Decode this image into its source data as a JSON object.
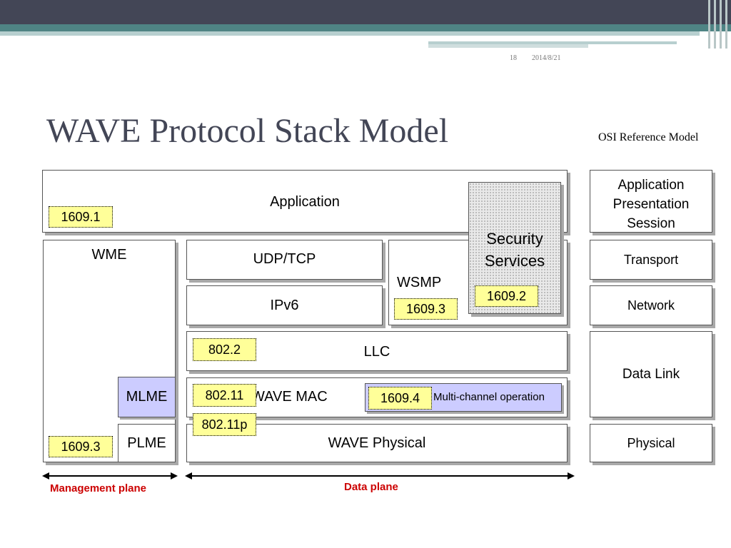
{
  "slide": {
    "page_number": "18",
    "date": "2014/8/21",
    "title": "WAVE Protocol Stack Model"
  },
  "osi": {
    "caption": "OSI Reference Model",
    "layers": [
      "Application\nPresentation\nSession",
      "Transport",
      "Network",
      "Data Link",
      "Physical"
    ]
  },
  "stack": {
    "application": "Application",
    "security_services": "Security\nServices",
    "wme": "WME",
    "mlme": "MLME",
    "plme": "PLME",
    "udp_tcp": "UDP/TCP",
    "ipv6": "IPv6",
    "wsmp": "WSMP",
    "llc": "LLC",
    "wave_mac": "WAVE MAC",
    "multichannel": "Multi-channel operation",
    "wave_physical": "WAVE Physical"
  },
  "tags": {
    "app": "1609.1",
    "security": "1609.2",
    "wsmp": "1609.3",
    "llc": "802.2",
    "mac": "802.11",
    "multichannel": "1609.4",
    "phy": "802.11p",
    "mgmt": "1609.3"
  },
  "planes": {
    "management": "Management plane",
    "data": "Data plane"
  },
  "colors": {
    "title": "#434656",
    "tag_fill": "#ffff99",
    "mlme_fill": "#ccccff",
    "plane_label": "#cc0000"
  }
}
